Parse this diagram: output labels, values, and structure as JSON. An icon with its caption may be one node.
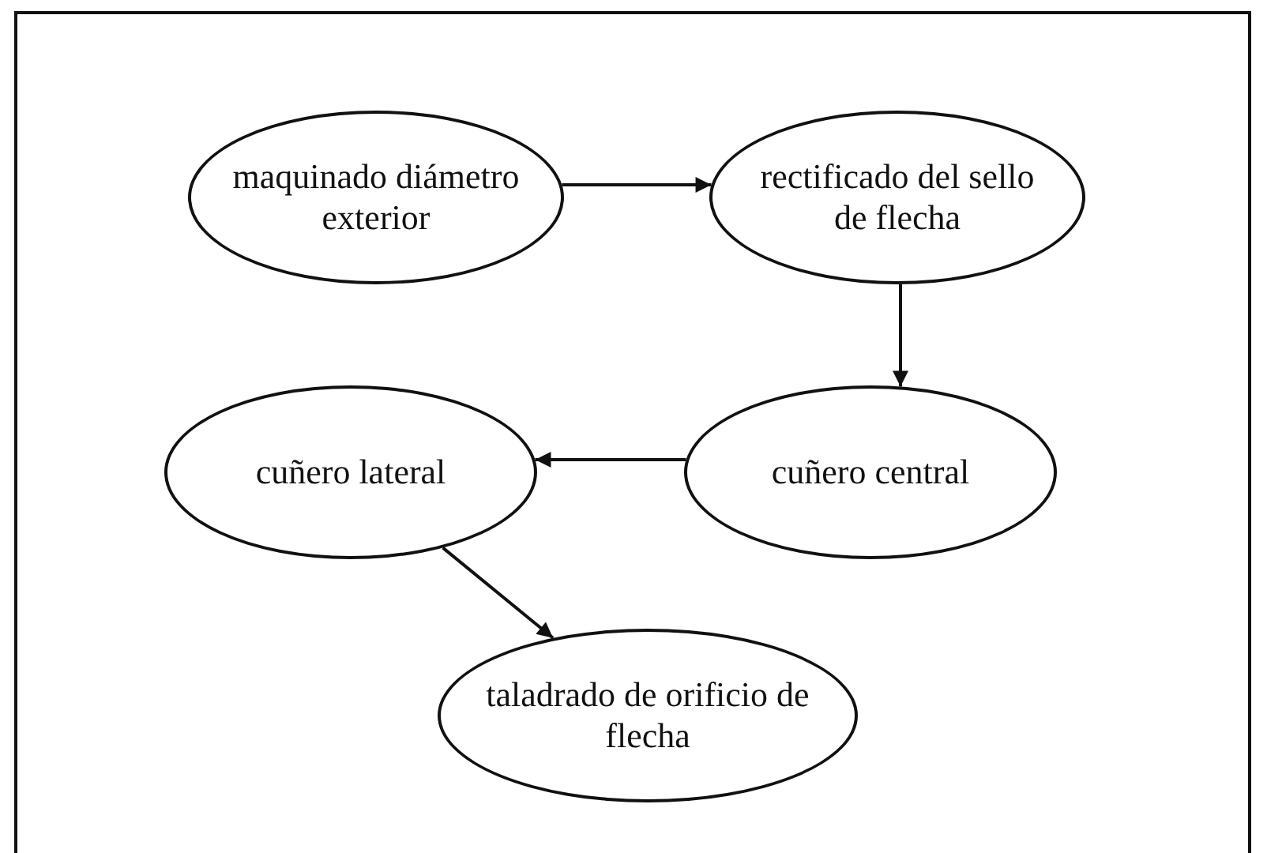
{
  "diagram": {
    "nodes": [
      {
        "text": [
          "maquinado diámetro exterior"
        ]
      },
      {
        "text": [
          "rectificado del sello de flecha"
        ]
      },
      {
        "text": [
          "cuñero lateral"
        ]
      },
      {
        "text": [
          "cuñero central"
        ]
      },
      {
        "text": [
          "taladrado de orificio de flecha"
        ]
      }
    ],
    "edges": [
      {
        "from": 0,
        "to": 1,
        "arrow": "to"
      },
      {
        "from": 1,
        "to": 3,
        "arrow": "to"
      },
      {
        "from": 3,
        "to": 2,
        "arrow": "to"
      },
      {
        "from": 2,
        "to": 4,
        "arrow": "to"
      }
    ]
  }
}
